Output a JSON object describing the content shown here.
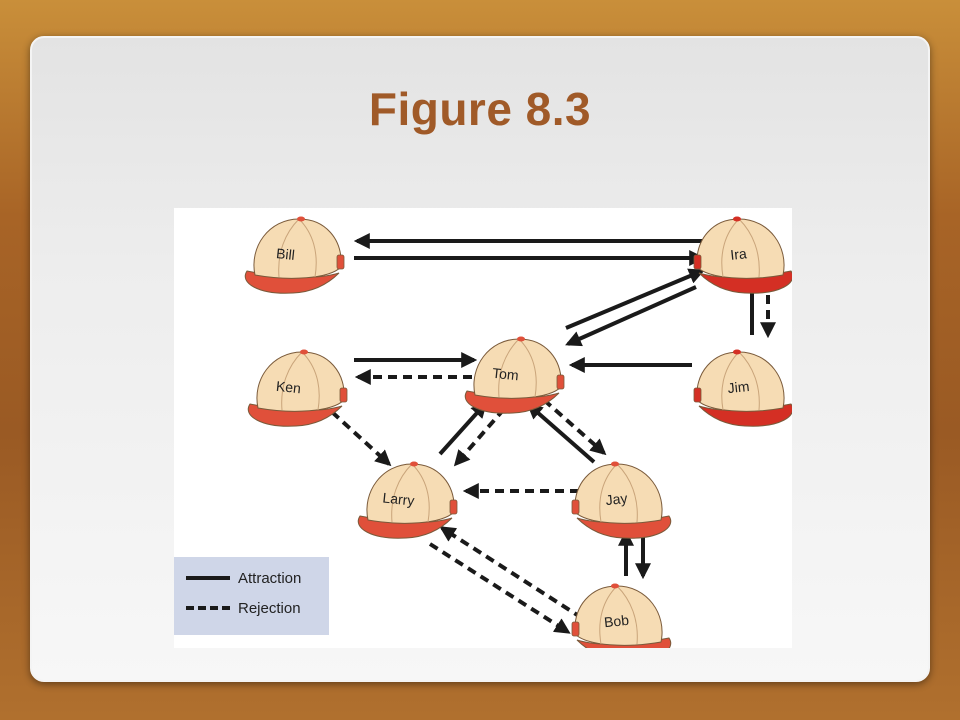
{
  "slide": {
    "title": "Figure 8.3"
  },
  "diagram": {
    "nodes": [
      {
        "id": "bill",
        "label": "Bill",
        "brim_color": "#e0503a"
      },
      {
        "id": "ira",
        "label": "Ira",
        "brim_color": "#d42f24"
      },
      {
        "id": "ken",
        "label": "Ken",
        "brim_color": "#e0503a"
      },
      {
        "id": "tom",
        "label": "Tom",
        "brim_color": "#e0503a"
      },
      {
        "id": "jim",
        "label": "Jim",
        "brim_color": "#d42f24"
      },
      {
        "id": "larry",
        "label": "Larry",
        "brim_color": "#e0503a"
      },
      {
        "id": "jay",
        "label": "Jay",
        "brim_color": "#e0503a"
      },
      {
        "id": "bob",
        "label": "Bob",
        "brim_color": "#e0503a"
      }
    ],
    "edges": [
      {
        "from": "ira",
        "to": "bill",
        "type": "attraction"
      },
      {
        "from": "bill",
        "to": "ira",
        "type": "attraction"
      },
      {
        "from": "tom",
        "to": "ira",
        "type": "attraction"
      },
      {
        "from": "ira",
        "to": "tom",
        "type": "attraction"
      },
      {
        "from": "jim",
        "to": "ira",
        "type": "attraction"
      },
      {
        "from": "ira",
        "to": "jim",
        "type": "rejection"
      },
      {
        "from": "ken",
        "to": "tom",
        "type": "attraction"
      },
      {
        "from": "tom",
        "to": "ken",
        "type": "rejection"
      },
      {
        "from": "jim",
        "to": "tom",
        "type": "attraction"
      },
      {
        "from": "ken",
        "to": "larry",
        "type": "rejection"
      },
      {
        "from": "larry",
        "to": "tom",
        "type": "attraction"
      },
      {
        "from": "tom",
        "to": "larry",
        "type": "rejection"
      },
      {
        "from": "jay",
        "to": "tom",
        "type": "attraction"
      },
      {
        "from": "tom",
        "to": "jay",
        "type": "rejection"
      },
      {
        "from": "jay",
        "to": "larry",
        "type": "rejection"
      },
      {
        "from": "bob",
        "to": "jay",
        "type": "attraction"
      },
      {
        "from": "jay",
        "to": "bob",
        "type": "attraction"
      },
      {
        "from": "bob",
        "to": "larry",
        "type": "rejection"
      },
      {
        "from": "larry",
        "to": "bob",
        "type": "rejection"
      }
    ],
    "cap_crown_color": "#f6dcb4",
    "cap_outline_color": "#7a5a3a",
    "line_color": "#1a1a1a"
  },
  "legend": {
    "attraction_label": "Attraction",
    "rejection_label": "Rejection"
  }
}
